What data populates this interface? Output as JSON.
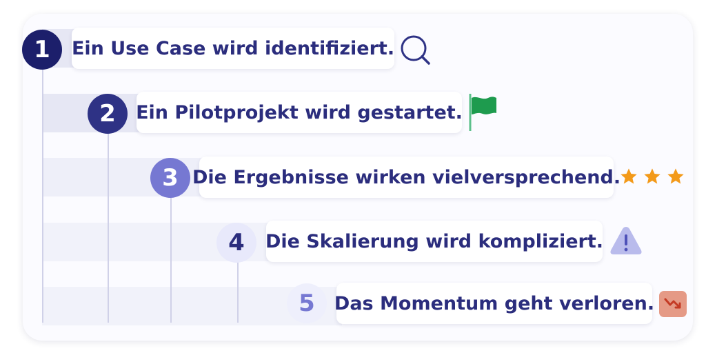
{
  "steps": [
    {
      "number": "1",
      "text": "Ein Use Case wird identifiziert.",
      "icon": "search-icon"
    },
    {
      "number": "2",
      "text": "Ein Pilotprojekt wird gestartet.",
      "icon": "flag-icon"
    },
    {
      "number": "3",
      "text": "Die Ergebnisse wirken vielversprechend.",
      "icon": "three-stars-icon",
      "rating": 3
    },
    {
      "number": "4",
      "text": "Die Skalierung wird kompliziert.",
      "icon": "warning-icon"
    },
    {
      "number": "5",
      "text": "Das Momentum geht verloren.",
      "icon": "trending-down-icon"
    }
  ],
  "colors": {
    "step1": "#1c1f6b",
    "step2": "#2e3285",
    "step3": "#7678d2",
    "step4": "#e8e9fb",
    "step5": "#eeeffc",
    "text": "#2b2d7d",
    "flag": "#1e9b4e",
    "star": "#f39a1a",
    "warning": "#b9bbec",
    "trend_bg": "#e59a86",
    "trend_arrow": "#c43a24"
  }
}
